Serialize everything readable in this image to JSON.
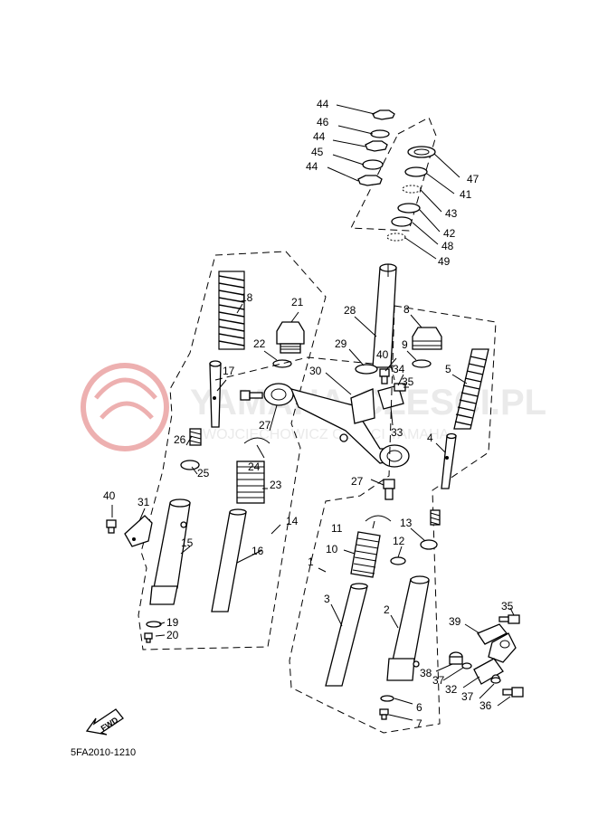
{
  "diagram_code": "5FA2010-1210",
  "fwd_label": "FWD",
  "watermark": {
    "main": "YAMAHA-CZESCI.PL",
    "sub": "WOJCIECHOWICZ CZESCI YAMAHA"
  },
  "callouts": [
    "44",
    "46",
    "44",
    "45",
    "44",
    "47",
    "41",
    "43",
    "42",
    "48",
    "49",
    "18",
    "21",
    "28",
    "8",
    "22",
    "29",
    "9",
    "40",
    "34",
    "17",
    "30",
    "35",
    "5",
    "27",
    "33",
    "26",
    "4",
    "24",
    "25",
    "23",
    "27",
    "40",
    "31",
    "14",
    "11",
    "13",
    "15",
    "10",
    "12",
    "16",
    "1",
    "3",
    "2",
    "35",
    "39",
    "19",
    "20",
    "38",
    "37",
    "32",
    "37",
    "36",
    "6",
    "7"
  ],
  "colors": {
    "ink": "#000000",
    "watermark": "#e8b0b0"
  }
}
